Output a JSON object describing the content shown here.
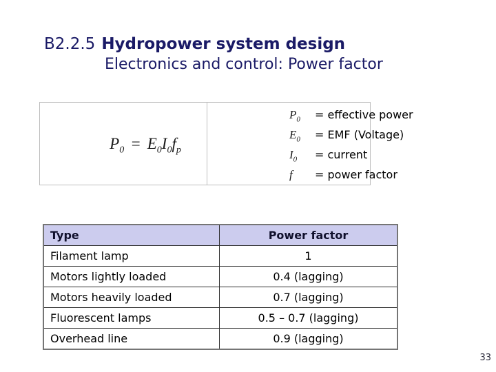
{
  "header": {
    "section_number": "B2.2.5",
    "title": "Hydropower system design",
    "subtitle": "Electronics and control: Power factor"
  },
  "formula": {
    "lhs": {
      "base": "P",
      "sub": "0"
    },
    "equals": "=",
    "rhs": [
      {
        "base": "E",
        "sub": "0"
      },
      {
        "base": "I",
        "sub": "0"
      },
      {
        "base": "f",
        "sub": "p"
      }
    ]
  },
  "legend": {
    "items": [
      {
        "symbol": "P",
        "sub": "0",
        "definition": "= effective power"
      },
      {
        "symbol": "E",
        "sub": "0",
        "definition": "= EMF (Voltage)"
      },
      {
        "symbol": "I",
        "sub": "0",
        "definition": "= current"
      },
      {
        "symbol": "f",
        "sub": "",
        "definition": "= power factor"
      }
    ]
  },
  "table": {
    "headers": [
      "Type",
      "Power factor"
    ],
    "rows": [
      {
        "type": "Filament lamp",
        "power_factor": "1"
      },
      {
        "type": "Motors lightly loaded",
        "power_factor": "0.4 (lagging)"
      },
      {
        "type": "Motors heavily loaded",
        "power_factor": "0.7 (lagging)"
      },
      {
        "type": "Fluorescent lamps",
        "power_factor": "0.5 – 0.7 (lagging)"
      },
      {
        "type": "Overhead line",
        "power_factor": "0.9 (lagging)"
      }
    ]
  },
  "footer": {
    "page_number": "33"
  },
  "colors": {
    "title_navy": "#1a1a66",
    "table_header_bg": "#ccccee",
    "table_outer_border": "#757575",
    "box_border": "#bdbdbd"
  }
}
